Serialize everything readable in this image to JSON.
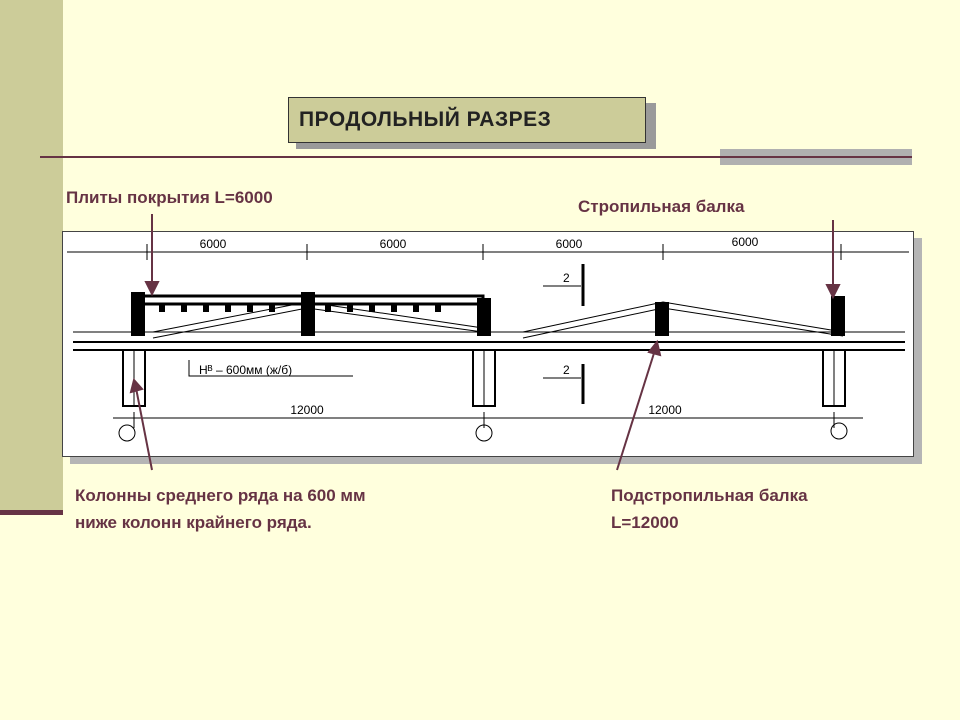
{
  "title": "ПРОДОЛЬНЫЙ РАЗРЕЗ",
  "labels": {
    "plates": "Плиты покрытия L=6000",
    "rafter_beam": "Стропильная балка",
    "columns_line1": "Колонны среднего ряда на 600 мм",
    "columns_line2": "ниже колонн крайнего ряда.",
    "subrafter_line1": "Подстропильная балка",
    "subrafter_line2": "L=12000"
  },
  "drawing": {
    "spans_top": [
      "6000",
      "6000",
      "6000",
      "6000"
    ],
    "spans_bottom": [
      "12000",
      "12000"
    ],
    "section_mark": "2",
    "height_note": "Hᴮ – 600мм (ж/б)"
  },
  "colors": {
    "background": "#ffffdd",
    "sidebar": "#cccc99",
    "accent": "#663344",
    "label_text": "#663344"
  }
}
